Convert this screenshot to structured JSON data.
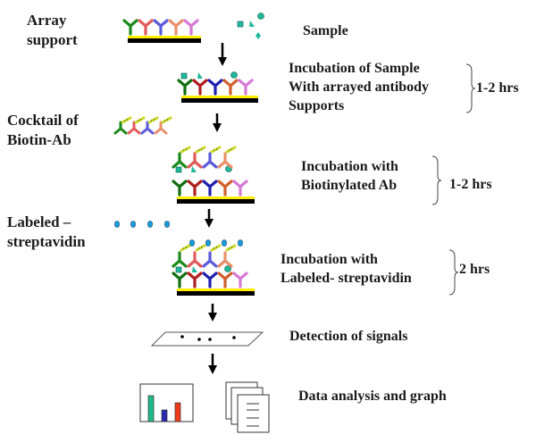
{
  "left_labels": {
    "array_support": [
      "Array",
      "support"
    ],
    "cocktail": [
      "Cocktail of",
      "Biotin-Ab"
    ],
    "labeled": [
      "Labeled –",
      "streptavidin"
    ]
  },
  "steps": {
    "sample": "Sample",
    "incubation_sample": [
      "Incubation of Sample",
      "With arrayed antibody",
      "Supports"
    ],
    "incubation_biotin": [
      "Incubation with",
      "Biotinylated Ab"
    ],
    "incubation_strep": [
      "Incubation with",
      "Labeled- streptavidin"
    ],
    "detection": "Detection of signals",
    "analysis": "Data analysis and graph"
  },
  "durations": {
    "sample_incubation": "1-2 hrs",
    "biotin_incubation": "1-2 hrs",
    "strep_incubation": "2 hrs"
  },
  "colors": {
    "antibodies": [
      "#1a8a1a",
      "#e05a5a",
      "#5a5adc",
      "#e8906a",
      "#d67ad6"
    ],
    "antibodies_dark": [
      "#0f6f0f",
      "#b02020",
      "#2020b0",
      "#d0602a",
      "#c040c0"
    ],
    "antigen": "#1fb89a",
    "support_top": "#ffee00",
    "support_base": "#000000",
    "biotin_tag": "#c8d820",
    "streptavidin": "#1a9ad6",
    "bar_colors": [
      "#1fb88a",
      "#2a2ab0",
      "#ee3a1a"
    ]
  },
  "icons": {
    "array": "antibody-array-icon",
    "sample": "antigen-mix-icon",
    "detection": "slide-with-spots-icon",
    "graph": "bar-chart-icon",
    "documents": "document-stack-icon"
  }
}
